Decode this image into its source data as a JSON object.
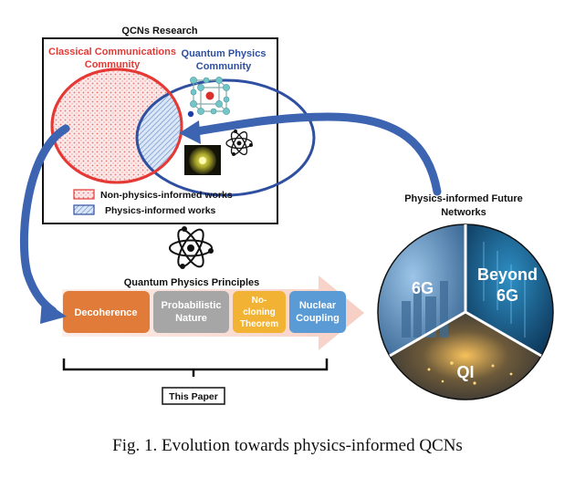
{
  "research_box": {
    "title": "QCNs Research",
    "classical_line1": "Classical Communications",
    "classical_line2": "Community",
    "quantum_line1": "Quantum Physics",
    "quantum_line2": "Community",
    "legend_non_physics": "Non-physics-informed works",
    "legend_physics": "Physics-informed works"
  },
  "principles": {
    "title": "Quantum Physics Principles",
    "items": [
      {
        "line1": "Decoherence",
        "line2": "",
        "line3": "",
        "color": "#e07b39"
      },
      {
        "line1": "Probabilistic",
        "line2": "Nature",
        "line3": "",
        "color": "#a6a6a6"
      },
      {
        "line1": "No-",
        "line2": "cloning",
        "line3": "Theorem",
        "color": "#f2b233"
      },
      {
        "line1": "Nuclear",
        "line2": "Coupling",
        "line3": "",
        "color": "#5b9bd5"
      }
    ]
  },
  "this_paper": "This Paper",
  "future_networks": {
    "title_line1": "Physics-informed Future",
    "title_line2": "Networks",
    "segment_6g": "6G",
    "segment_beyond_line1": "Beyond",
    "segment_beyond_line2": "6G",
    "segment_qi": "QI"
  },
  "caption": "Fig. 1.  Evolution towards physics-informed QCNs",
  "colors": {
    "classical": "#e53935",
    "quantum": "#2f4fa0",
    "arrow_blue": "#3c64b1",
    "big_arrow": "#f8d8cf"
  }
}
